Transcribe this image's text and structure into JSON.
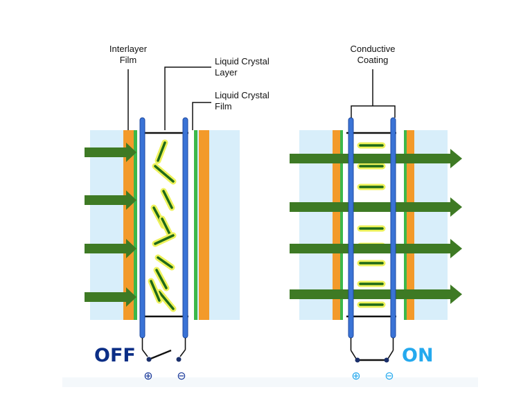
{
  "labels": {
    "interlayer_film": [
      "Interlayer",
      "Film"
    ],
    "liquid_crystal_layer": [
      "Liquid Crystal",
      "Layer"
    ],
    "liquid_crystal_film": [
      "Liquid Crystal",
      "Film"
    ],
    "conductive_coating": [
      "Conductive",
      "Coating"
    ]
  },
  "states": {
    "off": "OFF",
    "on": "ON"
  },
  "terminals": {
    "positive": "⊕",
    "negative": "⊖"
  },
  "colors": {
    "glass": "#d8eefa",
    "interlayer": "#f39a2a",
    "film": "#3cb84a",
    "electrode": "#3a73d6",
    "molecule_fill": "#1f6a18",
    "molecule_glow": "#eef25a",
    "arrow": "#3e7a24",
    "off_text": "#0b2e86",
    "on_text": "#25a9ee"
  }
}
